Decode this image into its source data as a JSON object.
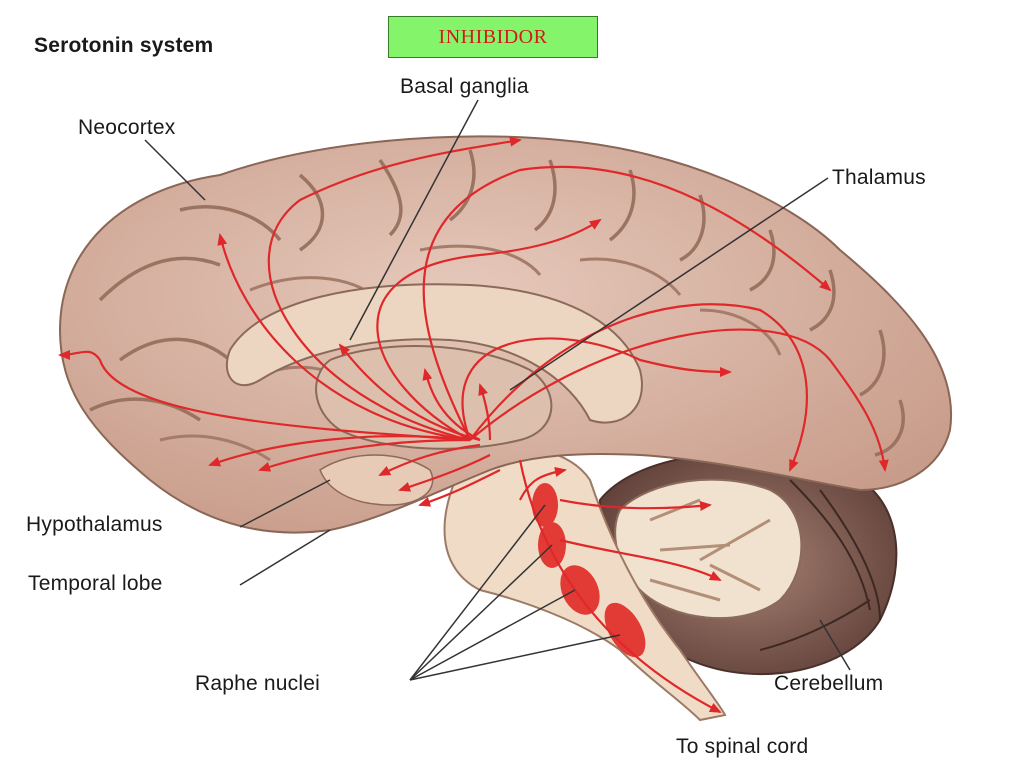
{
  "title": "Serotonin system",
  "badge": "INHIBIDOR",
  "labels": {
    "basal_ganglia": "Basal ganglia",
    "neocortex": "Neocortex",
    "thalamus": "Thalamus",
    "hypothalamus": "Hypothalamus",
    "temporal_lobe": "Temporal lobe",
    "raphe_nuclei": "Raphe nuclei",
    "cerebellum": "Cerebellum",
    "spinal_cord": "To spinal cord"
  },
  "colors": {
    "brain": "#d8b4a4",
    "brain_dark": "#a9806f",
    "pathway": "#e0282a",
    "badge_bg": "#84f56a",
    "badge_text": "#d41a1a"
  }
}
